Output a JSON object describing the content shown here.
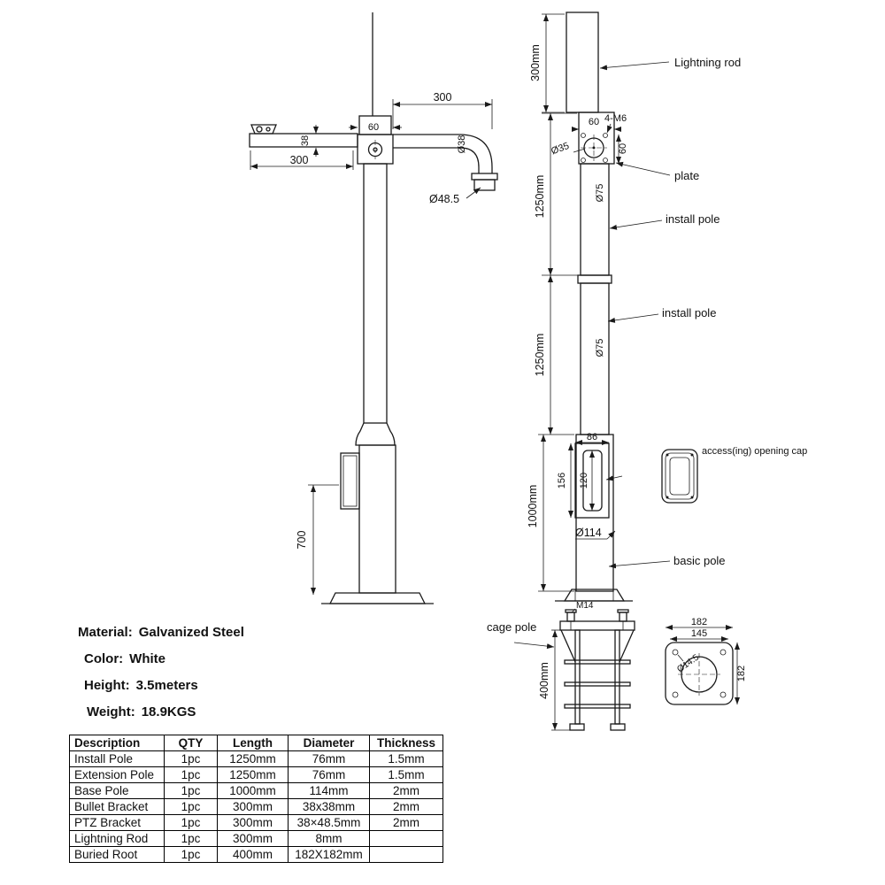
{
  "left_view": {
    "dim_bracket_top": "60",
    "dim_arm_height": "38",
    "dim_left_arm": "300",
    "dim_right_arm": "300",
    "dim_tube_dia": "Ø38",
    "dim_tip_dia": "Ø48.5",
    "dim_junction_height": "700"
  },
  "right_view": {
    "dim_rod": "300mm",
    "lightning_rod": "Lightning rod",
    "bolt_spec": "4-M6",
    "dim_plate_w": "60",
    "dim_plate_h": "60",
    "dim_hole": "Ø35",
    "dim_pole1": "1250mm",
    "dim_pole1_dia": "Ø75",
    "plate": "plate",
    "install_pole_1": "install pole",
    "dim_pole2": "1250mm",
    "dim_pole2_dia": "Ø75",
    "install_pole_2": "install pole",
    "dim_pole3": "1000mm",
    "dim_access_w": "86",
    "dim_access_h": "156",
    "dim_access_inner": "120",
    "dim_pole3_dia": "Ø114",
    "access_cap": "access(ing) opening cap",
    "basic_pole": "basic pole"
  },
  "cage": {
    "label": "cage pole",
    "bolt": "M14",
    "dim_height": "400mm"
  },
  "base_plate": {
    "dim_w": "182",
    "dim_inner": "145",
    "dim_hole": "Ø14.5",
    "dim_h": "182"
  },
  "info": {
    "material_label": "Material:",
    "material_value": "Galvanized Steel",
    "color_label": "Color:",
    "color_value": "White",
    "height_label": "Height:",
    "height_value": "3.5meters",
    "weight_label": "Weight:",
    "weight_value": "18.9KGS"
  },
  "table": {
    "headers": [
      "Description",
      "QTY",
      "Length",
      "Diameter",
      "Thickness"
    ],
    "rows": [
      [
        "Install Pole",
        "1pc",
        "1250mm",
        "76mm",
        "1.5mm"
      ],
      [
        "Extension Pole",
        "1pc",
        "1250mm",
        "76mm",
        "1.5mm"
      ],
      [
        "Base Pole",
        "1pc",
        "1000mm",
        "114mm",
        "2mm"
      ],
      [
        "Bullet Bracket",
        "1pc",
        "300mm",
        "38x38mm",
        "2mm"
      ],
      [
        "PTZ Bracket",
        "1pc",
        "300mm",
        "38×48.5mm",
        "2mm"
      ],
      [
        "Lightning Rod",
        "1pc",
        "300mm",
        "8mm",
        ""
      ],
      [
        "Buried Root",
        "1pc",
        "400mm",
        "182X182mm",
        ""
      ]
    ]
  }
}
